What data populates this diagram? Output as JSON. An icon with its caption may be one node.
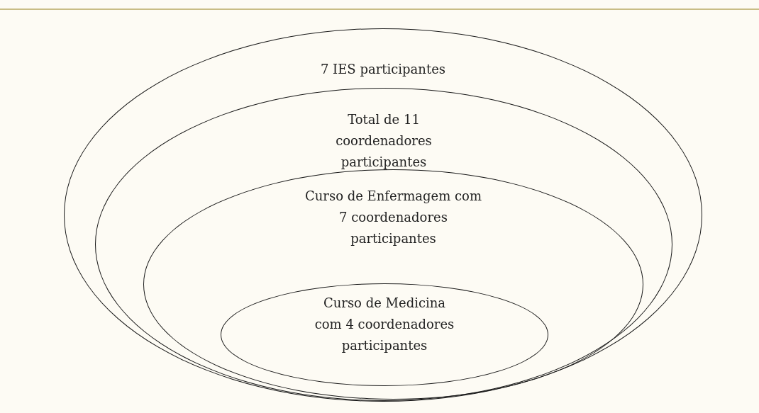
{
  "diagram": {
    "nodes": [
      {
        "text": [
          "7 IES participantes"
        ]
      },
      {
        "text": [
          "Total de 11 coordenadores participantes"
        ],
        "in": 0
      },
      {
        "text": [
          "Curso de Enfermagem com 7 coordenadores participantes"
        ],
        "in": 1
      },
      {
        "text": [
          "Curso de Medicina com 4 coordenadores participantes"
        ],
        "in": 2
      }
    ]
  }
}
